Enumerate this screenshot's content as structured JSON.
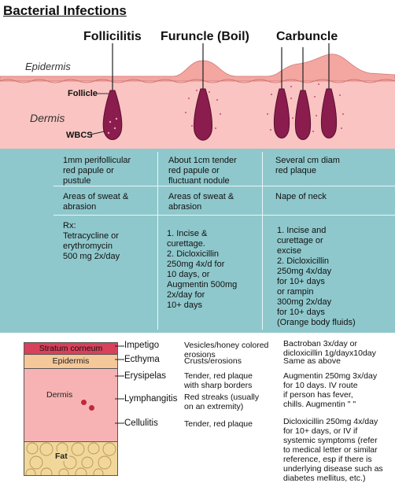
{
  "title": "Bacterial Infections",
  "columns": [
    "Follicilitis",
    "Furuncle (Boil)",
    "Carbuncle"
  ],
  "diagram_labels": {
    "epidermis": "Epidermis",
    "dermis": "Dermis",
    "follicle": "Follicle",
    "wbcs": "WBCS"
  },
  "table": {
    "rows": [
      [
        "1mm perifollicular\nred papule or\npustule",
        "About 1cm tender\nred papule or\nfluctuant nodule",
        "Several cm diam\nred plaque"
      ],
      [
        "Areas of sweat &\nabrasion",
        "Areas of sweat &\nabrasion",
        "Nape of neck"
      ],
      [
        "Rx:\nTetracycline or\nerythromycin\n500 mg 2x/day",
        "1. Incise &\n    curettage.\n2. Dicloxicillin\n    250mg 4x/d for\n    10 days, or\nAugmentin 500mg\n    2x/day for\n    10+ days",
        "1. Incise and\n    curettage or\n    excise\n2. Dicloxicillin\n    250mg 4x/day\n    for 10+ days\n    or rampin\n    300mg 2x/day\n    for 10+ days\n(Orange body fluids)"
      ]
    ]
  },
  "layers": [
    "Stratum corneum",
    "Epidermis",
    "Dermis",
    "Fat"
  ],
  "conditions": [
    {
      "name": "Impetigo",
      "desc": "Vesicles/honey colored\nerosions",
      "rx": "Bactroban 3x/day or\ndicloxicillin 1g/dayx10day"
    },
    {
      "name": "Ecthyma",
      "desc": "Crusts/erosions",
      "rx": "Same as above"
    },
    {
      "name": "Erysipelas",
      "desc": "Tender, red plaque\nwith sharp borders",
      "rx": "Augmentin 250mg 3x/day\nfor 10 days. IV route\nif person has fever,\nchills. Augmentin \" \""
    },
    {
      "name": "Lymphangitis",
      "desc": "Red streaks (usually\non an extremity)",
      "rx": ""
    },
    {
      "name": "Cellulitis",
      "desc": "Tender, red plaque",
      "rx": "Dicloxicillin 250mg 4x/day\nfor 10+ days, or IV if\nsystemic symptoms (refer\nto medical letter or similar\nreference, esp if there is\nunderlying disease such as\ndiabetes mellitus, etc.)"
    }
  ],
  "colors": {
    "skin": "#f9c4c1",
    "epidermis_top": "#f4a6a0",
    "follicle": "#8a1d4e",
    "table": "#8fc8cc",
    "stratum": "#d8415b",
    "epi_layer": "#f5c89a",
    "dermis_layer": "#f7b3b3",
    "fat": "#f1d89a"
  }
}
